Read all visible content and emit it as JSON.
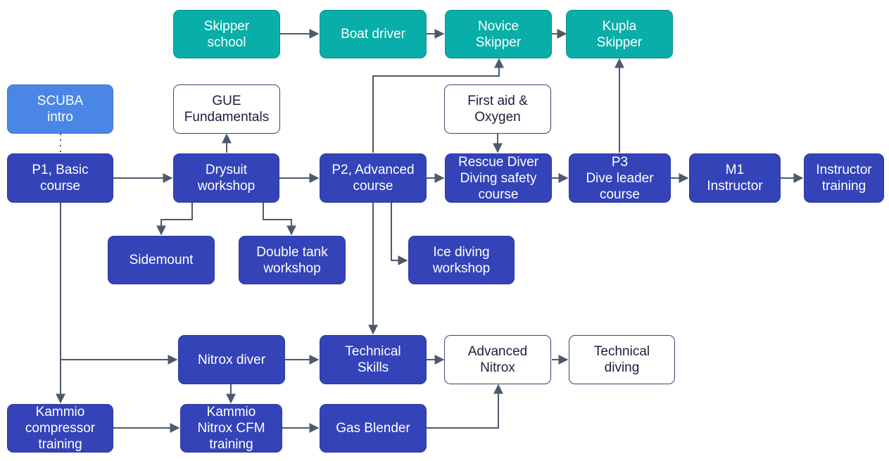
{
  "colors": {
    "primary": "#3443b8",
    "skipper": "#0aaea8",
    "intro": "#4a86e6",
    "outline_fill": "#ffffff",
    "connector": "#4e5a6b"
  },
  "nodes": {
    "skipper_school": "Skipper\nschool",
    "boat_driver": "Boat driver",
    "novice_skipper": "Novice\nSkipper",
    "kupla_skipper": "Kupla\nSkipper",
    "scuba_intro": "SCUBA\nintro",
    "gue_fundamentals": "GUE\nFundamentals",
    "first_aid_oxygen": "First aid &\nOxygen",
    "p1_basic": "P1, Basic\ncourse",
    "drysuit_workshop": "Drysuit\nworkshop",
    "p2_advanced": "P2, Advanced\ncourse",
    "rescue_diver": "Rescue Diver\nDiving safety\ncourse",
    "p3_dive_leader": "P3\nDive leader\ncourse",
    "m1_instructor": "M1\nInstructor",
    "instructor_training": "Instructor\ntraining",
    "sidemount": "Sidemount",
    "double_tank": "Double tank\nworkshop",
    "ice_diving": "Ice diving\nworkshop",
    "nitrox_diver": "Nitrox diver",
    "technical_skills": "Technical\nSkills",
    "advanced_nitrox": "Advanced\nNitrox",
    "technical_diving": "Technical\ndiving",
    "kammio_compressor": "Kammio\ncompressor\ntraining",
    "kammio_nitrox_cfm": "Kammio\nNitrox CFM\ntraining",
    "gas_blender": "Gas Blender"
  }
}
